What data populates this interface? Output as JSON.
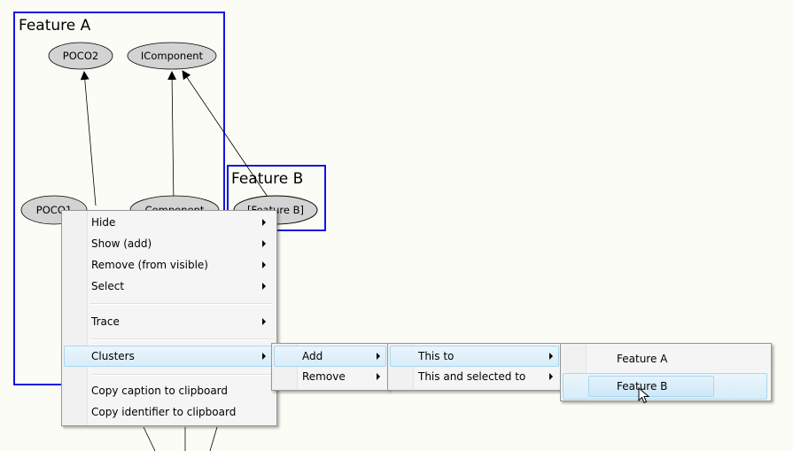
{
  "graph": {
    "clusters": [
      {
        "title": "Feature A"
      },
      {
        "title": "Feature B"
      }
    ],
    "nodes": {
      "poco2": "POCO2",
      "icomponent": "IComponent",
      "poco1": "POCO1",
      "component": "Component",
      "feature_b": "[Feature B]"
    }
  },
  "context_menu": {
    "items": [
      {
        "label": "Hide",
        "has_submenu": true
      },
      {
        "label": "Show (add)",
        "has_submenu": true
      },
      {
        "label": "Remove (from visible)",
        "has_submenu": true
      },
      {
        "label": "Select",
        "has_submenu": true
      },
      {
        "label": "Trace",
        "has_submenu": true
      },
      {
        "label": "Clusters",
        "has_submenu": true,
        "highlighted": true
      },
      {
        "label": "Copy caption to clipboard",
        "has_submenu": false
      },
      {
        "label": "Copy identifier to clipboard",
        "has_submenu": false
      }
    ]
  },
  "clusters_submenu": {
    "items": [
      {
        "label": "Add",
        "has_submenu": true,
        "highlighted": true
      },
      {
        "label": "Remove",
        "has_submenu": true
      }
    ]
  },
  "add_submenu": {
    "items": [
      {
        "label": "This to",
        "has_submenu": true,
        "highlighted": true
      },
      {
        "label": "This and selected to",
        "has_submenu": true
      }
    ]
  },
  "this_to_submenu": {
    "items": [
      {
        "label": "Feature A",
        "highlighted": false
      },
      {
        "label": "Feature B",
        "highlighted": true
      }
    ]
  },
  "colors": {
    "background": "#fcfcf6",
    "cluster_border": "#1414e6",
    "node_fill": "#d3d3d3",
    "menu_highlight": "#d8ecf8"
  }
}
